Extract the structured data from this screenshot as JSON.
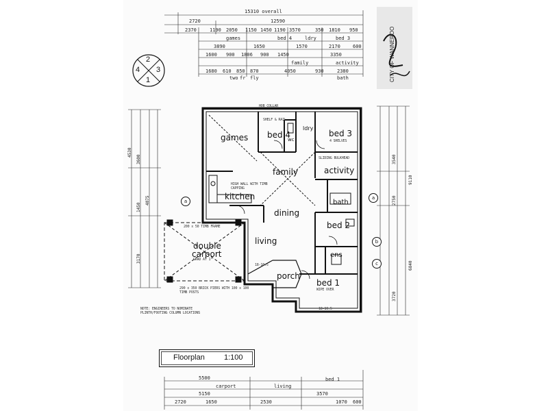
{
  "title": {
    "label": "Floorplan",
    "scale": "1:100"
  },
  "compass": {
    "n": "2",
    "w": "4",
    "e": "3",
    "s": "1"
  },
  "rooms": {
    "games": "games",
    "bed4": "bed 4",
    "bed3": "bed 3",
    "family": "family",
    "activity": "activity",
    "kitchen": "kitchen",
    "dining": "dining",
    "bed2": "bed 2",
    "double_carport_1": "double",
    "double_carport_2": "carport",
    "living": "living",
    "porch": "porch",
    "bed1": "bed 1",
    "bath": "bath",
    "ens": "ens",
    "ldry": "ldry",
    "wc": "wc"
  },
  "top_dims": {
    "overall": "15310  overall",
    "row1": [
      "2720",
      "12590"
    ],
    "row2": [
      "2370",
      "1190",
      "2050",
      "1150",
      "1450",
      "1190",
      "3570",
      "350",
      "1810",
      "950"
    ],
    "row3_labels": [
      "games",
      "bed 4",
      "ldry",
      "bed 3"
    ],
    "row3_values": [
      "3890",
      "1650",
      "1570",
      "2170",
      "600"
    ],
    "row4": [
      "1600",
      "900",
      "1806",
      "900",
      "1450",
      "3350"
    ],
    "row4_labels": [
      "family",
      "activity"
    ],
    "row5": [
      "1680",
      "610",
      "850",
      "870",
      "4050",
      "930",
      "2380"
    ],
    "row5_labels": [
      "bath"
    ],
    "row6": [
      "two",
      "fr",
      "fly"
    ]
  },
  "right_dims": {
    "total": "9110",
    "sub": "6840",
    "items": [
      "3540",
      "2750",
      "3720"
    ]
  },
  "left_dims": {
    "items": [
      "4530",
      "3600",
      "1450",
      "3170",
      "4075"
    ]
  },
  "bottom_dims": {
    "total": "5500",
    "items": [
      "5150",
      "2720",
      "1650",
      "2530",
      "3570",
      "1070",
      "600"
    ],
    "labels": [
      "carport",
      "living",
      "bed 1"
    ]
  },
  "markers": {
    "a_left": "a",
    "a_right": "a",
    "b": "b",
    "c": "c"
  },
  "notes": {
    "walls": "200 x 50 TIMB FRAME",
    "column_note": "GRAD AT 1°",
    "brick_piers": "290 x 350 BRICK PIERS WITH 100 x 100 TIMB POSTS",
    "note_bottom": "NOTE: ENGINEERS TO NOMINATE PLINTH/FOOTING COLUMN LOCATIONS",
    "hob": "HOB COLLAR",
    "kitchen_note": "HIGH WALL WITH TIMB CAPPING",
    "sliding": "SLIDING BULKHEAD",
    "shelf_rail": "SHELF & RAIL",
    "shelves": "4 SHELVES",
    "wipe": "WIPE OVER",
    "porch_dims": "18-10.5",
    "bed1_dims": "18-10.5",
    "stamp": "CITY OF WANNEROO"
  }
}
